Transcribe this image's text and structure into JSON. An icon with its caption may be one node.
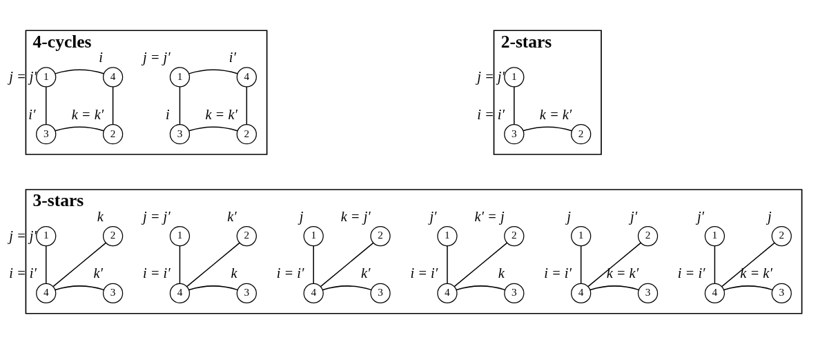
{
  "diagram": {
    "nodes": [
      {
        "text": [
          "4-cycles"
        ]
      },
      {
        "text": [
          "1"
        ],
        "beside": [
          "j = j′"
        ],
        "in": 0
      },
      {
        "text": [
          "4"
        ],
        "beside": [
          "i"
        ],
        "in": 0
      },
      {
        "text": [
          "3"
        ],
        "beside": [
          "i′"
        ],
        "in": 0
      },
      {
        "text": [
          "2"
        ],
        "beside": [
          "k = k′"
        ],
        "in": 0
      },
      {
        "text": [
          "1"
        ],
        "beside": [
          "j = j′"
        ],
        "in": 0
      },
      {
        "text": [
          "4"
        ],
        "beside": [
          "i′"
        ],
        "in": 0
      },
      {
        "text": [
          "3"
        ],
        "beside": [
          "i"
        ],
        "in": 0
      },
      {
        "text": [
          "2"
        ],
        "beside": [
          "k = k′"
        ],
        "in": 0
      },
      {
        "text": [
          "2-stars"
        ]
      },
      {
        "text": [
          "1"
        ],
        "beside": [
          "j = j′"
        ],
        "in": 9
      },
      {
        "text": [
          "3"
        ],
        "beside": [
          "i = i′"
        ],
        "in": 9
      },
      {
        "text": [
          "2"
        ],
        "beside": [
          "k = k′"
        ],
        "in": 9
      },
      {
        "text": [
          "3-stars"
        ]
      },
      {
        "text": [
          "1"
        ],
        "beside": [
          "j = j′"
        ],
        "in": 13
      },
      {
        "text": [
          "2"
        ],
        "beside": [
          "k"
        ],
        "in": 13
      },
      {
        "text": [
          "4"
        ],
        "beside": [
          "i = i′"
        ],
        "in": 13
      },
      {
        "text": [
          "3"
        ],
        "beside": [
          "k′"
        ],
        "in": 13
      },
      {
        "text": [
          "1"
        ],
        "beside": [
          "j = j′"
        ],
        "in": 13
      },
      {
        "text": [
          "2"
        ],
        "beside": [
          "k′"
        ],
        "in": 13
      },
      {
        "text": [
          "4"
        ],
        "beside": [
          "i = i′"
        ],
        "in": 13
      },
      {
        "text": [
          "3"
        ],
        "beside": [
          "k"
        ],
        "in": 13
      },
      {
        "text": [
          "1"
        ],
        "beside": [
          "j"
        ],
        "in": 13
      },
      {
        "text": [
          "2"
        ],
        "beside": [
          "k = j′"
        ],
        "in": 13
      },
      {
        "text": [
          "4"
        ],
        "beside": [
          "i = i′"
        ],
        "in": 13
      },
      {
        "text": [
          "3"
        ],
        "beside": [
          "k′"
        ],
        "in": 13
      },
      {
        "text": [
          "1"
        ],
        "beside": [
          "j′"
        ],
        "in": 13
      },
      {
        "text": [
          "2"
        ],
        "beside": [
          "k′ = j"
        ],
        "in": 13
      },
      {
        "text": [
          "4"
        ],
        "beside": [
          "i = i′"
        ],
        "in": 13
      },
      {
        "text": [
          "3"
        ],
        "beside": [
          "k"
        ],
        "in": 13
      },
      {
        "text": [
          "1"
        ],
        "beside": [
          "j"
        ],
        "in": 13
      },
      {
        "text": [
          "2"
        ],
        "beside": [
          "j′"
        ],
        "in": 13
      },
      {
        "text": [
          "4"
        ],
        "beside": [
          "i = i′"
        ],
        "in": 13
      },
      {
        "text": [
          "3"
        ],
        "beside": [
          "k = k′"
        ],
        "in": 13
      },
      {
        "text": [
          "1"
        ],
        "beside": [
          "j′"
        ],
        "in": 13
      },
      {
        "text": [
          "2"
        ],
        "beside": [
          "j"
        ],
        "in": 13
      },
      {
        "text": [
          "4"
        ],
        "beside": [
          "i = i′"
        ],
        "in": 13
      },
      {
        "text": [
          "3"
        ],
        "beside": [
          "k = k′"
        ],
        "in": 13
      }
    ],
    "edges": [
      {
        "from": 1,
        "to": 2,
        "arrow": "none"
      },
      {
        "from": 1,
        "to": 3,
        "arrow": "none"
      },
      {
        "from": 3,
        "to": 4,
        "arrow": "none"
      },
      {
        "from": 2,
        "to": 4,
        "arrow": "none"
      },
      {
        "from": 5,
        "to": 6,
        "arrow": "none"
      },
      {
        "from": 5,
        "to": 7,
        "arrow": "none"
      },
      {
        "from": 7,
        "to": 8,
        "arrow": "none"
      },
      {
        "from": 6,
        "to": 8,
        "arrow": "none"
      },
      {
        "from": 10,
        "to": 11,
        "arrow": "none"
      },
      {
        "from": 11,
        "to": 12,
        "arrow": "none"
      },
      {
        "from": 14,
        "to": 16,
        "arrow": "none"
      },
      {
        "from": 15,
        "to": 16,
        "arrow": "none"
      },
      {
        "from": 16,
        "to": 17,
        "arrow": "none"
      },
      {
        "from": 18,
        "to": 20,
        "arrow": "none"
      },
      {
        "from": 19,
        "to": 20,
        "arrow": "none"
      },
      {
        "from": 20,
        "to": 21,
        "arrow": "none"
      },
      {
        "from": 22,
        "to": 24,
        "arrow": "none"
      },
      {
        "from": 23,
        "to": 24,
        "arrow": "none"
      },
      {
        "from": 24,
        "to": 25,
        "arrow": "none"
      },
      {
        "from": 26,
        "to": 28,
        "arrow": "none"
      },
      {
        "from": 27,
        "to": 28,
        "arrow": "none"
      },
      {
        "from": 28,
        "to": 29,
        "arrow": "none"
      },
      {
        "from": 30,
        "to": 32,
        "arrow": "none"
      },
      {
        "from": 31,
        "to": 32,
        "arrow": "none"
      },
      {
        "from": 32,
        "to": 33,
        "arrow": "none"
      },
      {
        "from": 34,
        "to": 36,
        "arrow": "none"
      },
      {
        "from": 35,
        "to": 36,
        "arrow": "none"
      },
      {
        "from": 36,
        "to": 37,
        "arrow": "none"
      }
    ]
  }
}
